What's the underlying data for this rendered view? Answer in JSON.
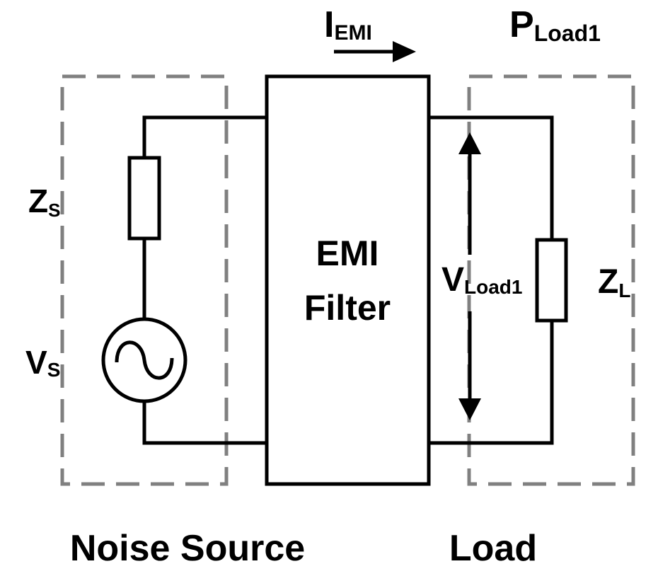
{
  "diagram": {
    "title": "EMI filter insertion circuit",
    "colors": {
      "wire": "#000000",
      "dashed_box": "#808080",
      "background": "#ffffff"
    },
    "current_label": {
      "main": "I",
      "sub": "EMI"
    },
    "power_label": {
      "main": "P",
      "sub": "Load1"
    },
    "source_impedance_label": {
      "main": "Z",
      "sub": "S"
    },
    "source_voltage_label": {
      "main": "V",
      "sub": "S"
    },
    "load_voltage_label": {
      "main": "V",
      "sub": "Load1"
    },
    "load_impedance_label": {
      "main": "Z",
      "sub": "L"
    },
    "filter_block": {
      "line1": "EMI",
      "line2": "Filter"
    },
    "groups": {
      "noise_source": "Noise Source",
      "load": "Load"
    },
    "components": [
      {
        "id": "source-impedance",
        "type": "resistor",
        "label": "Zs"
      },
      {
        "id": "voltage-source",
        "type": "ac-source",
        "label": "Vs"
      },
      {
        "id": "emi-filter",
        "type": "two-port-block",
        "label": "EMI Filter"
      },
      {
        "id": "load-impedance",
        "type": "resistor",
        "label": "ZL"
      }
    ]
  }
}
